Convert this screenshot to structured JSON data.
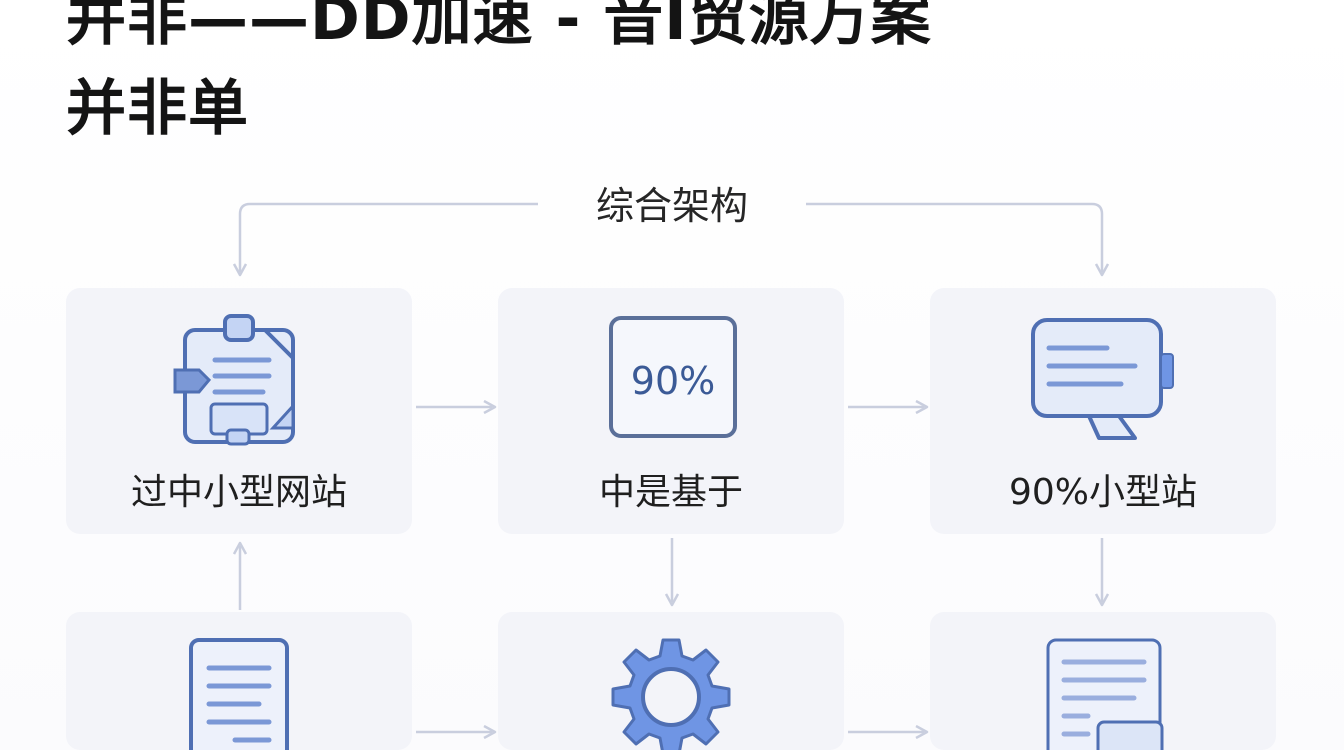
{
  "title": {
    "line1": "并非——DD加速 - 音I贸源万案",
    "line2": "并非单"
  },
  "diagram": {
    "top_label": "综合架构",
    "cards": [
      {
        "label": "过中小型网站",
        "icon": "document-gear-icon"
      },
      {
        "label": "中是基于",
        "icon": "percent-panel-icon",
        "icon_text": "90%"
      },
      {
        "label": "90%小型站",
        "icon": "chat-bubble-icon"
      },
      {
        "label": "",
        "icon": "document-icon"
      },
      {
        "label": "",
        "icon": "gear-icon"
      },
      {
        "label": "",
        "icon": "document-stack-icon"
      }
    ]
  },
  "colors": {
    "card_bg": "#f3f4f9",
    "icon_stroke": "#4f6fb3",
    "icon_fill": "#dce5f7",
    "icon_accent": "#6f95e4",
    "connector": "#c9cede"
  }
}
